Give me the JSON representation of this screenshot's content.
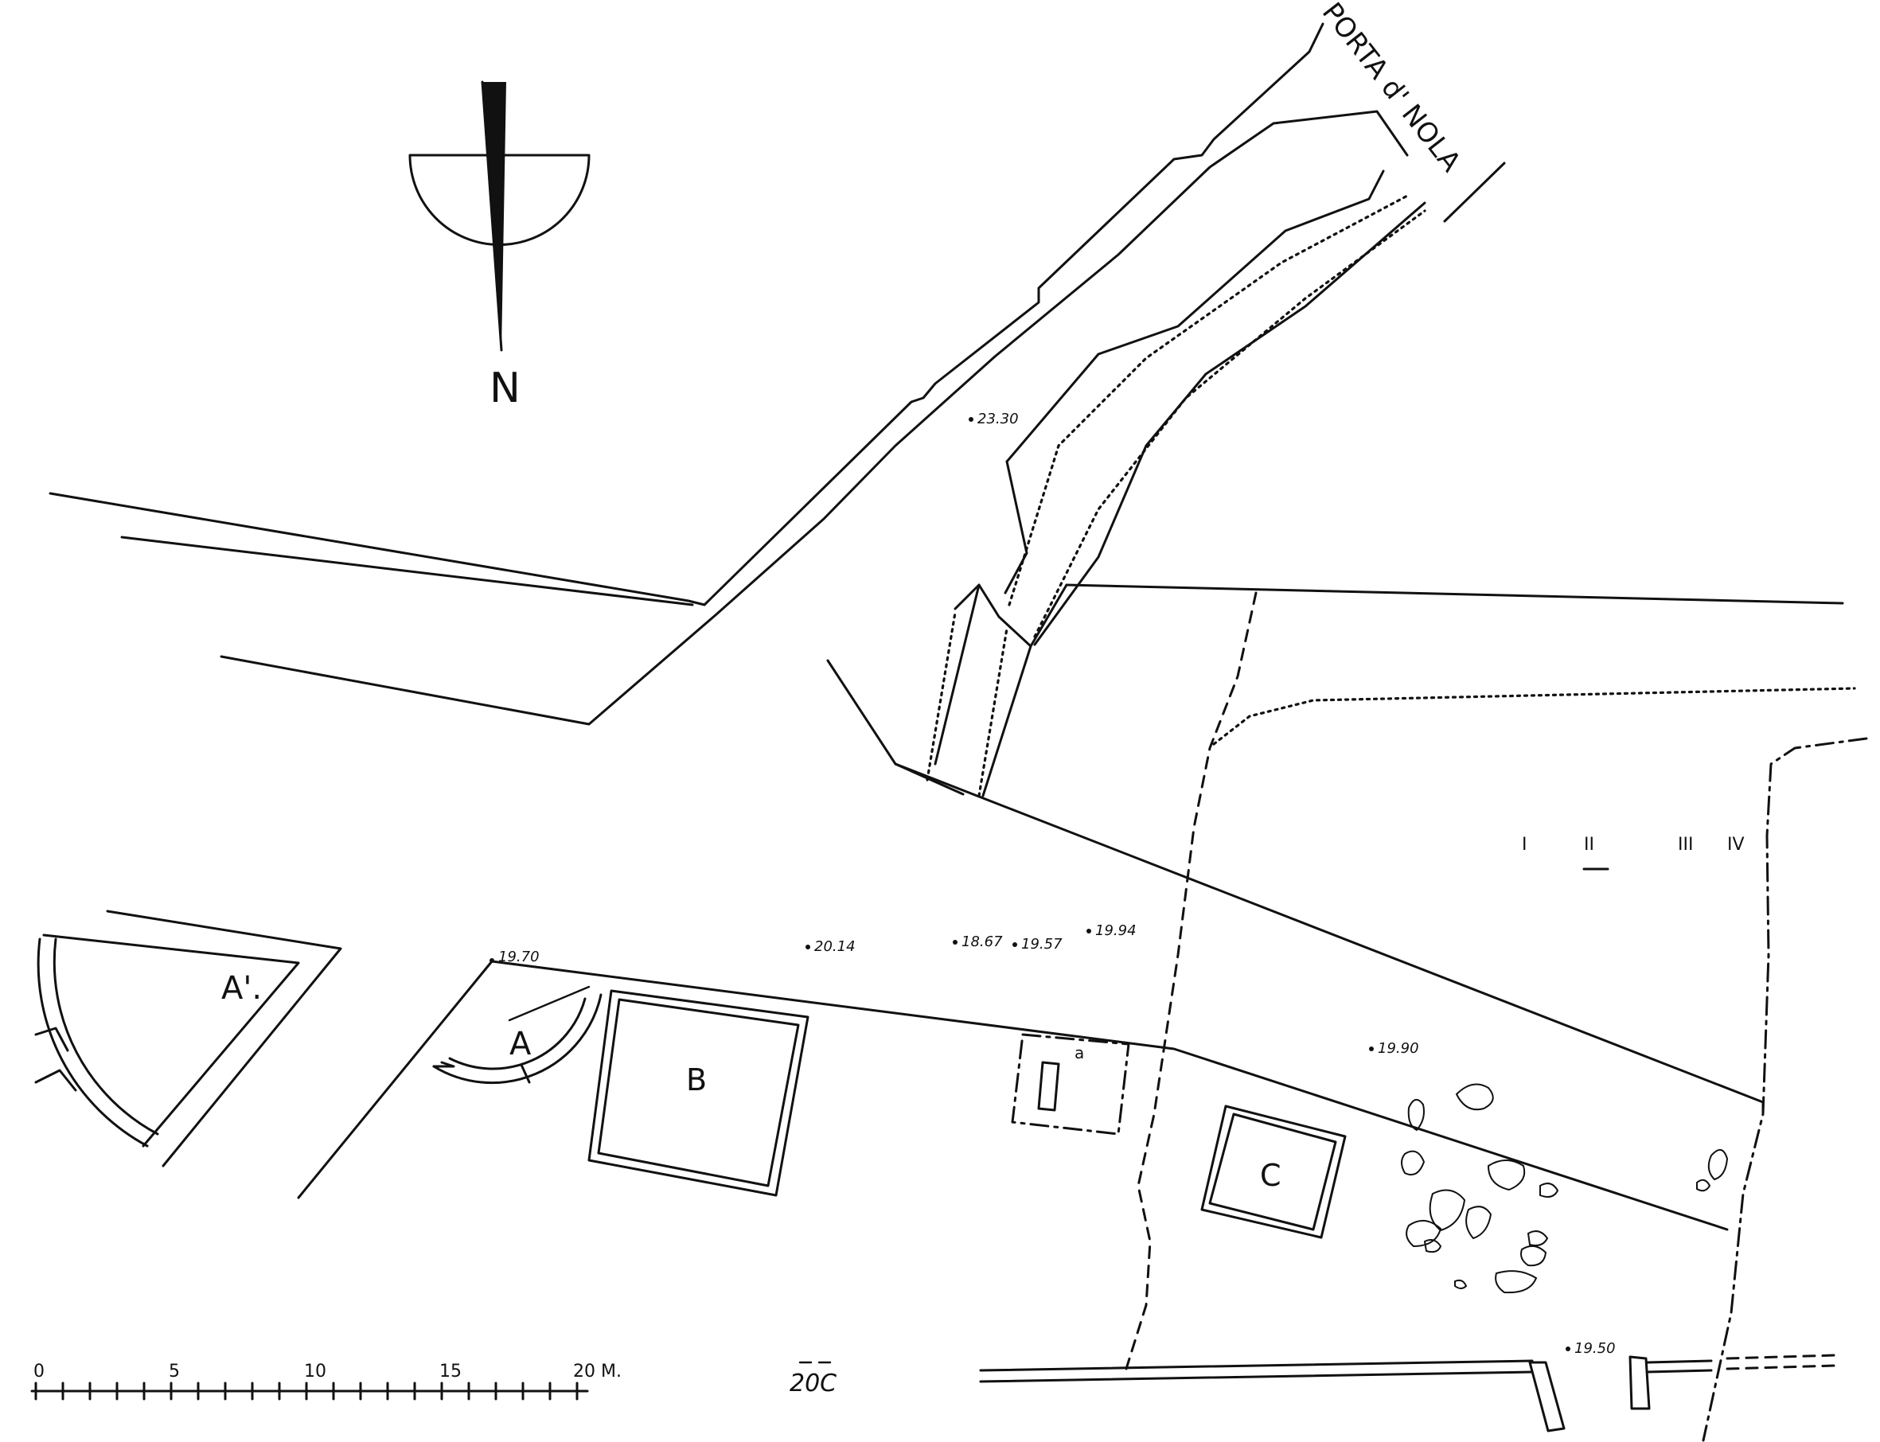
{
  "map": {
    "gate_label": "PORTA d' NOLA",
    "north_label": "N",
    "tombs": {
      "a_prime": "A'.",
      "a": "A",
      "b": "B",
      "c": "C"
    },
    "small_label_a": "a",
    "spot_heights": [
      "23.30",
      "20.14",
      "18.67",
      "19.57",
      "19.94",
      "19.70",
      "19.90",
      "19.50"
    ],
    "roman_marks": [
      "I",
      "II",
      "III",
      "IV"
    ],
    "scale_bar": {
      "ticks": [
        "0",
        "5",
        "10",
        "15",
        "20 M."
      ],
      "unit": "M."
    },
    "drawing_code": "20C",
    "colors": {
      "ink": "#111111",
      "paper": "#ffffff"
    }
  }
}
